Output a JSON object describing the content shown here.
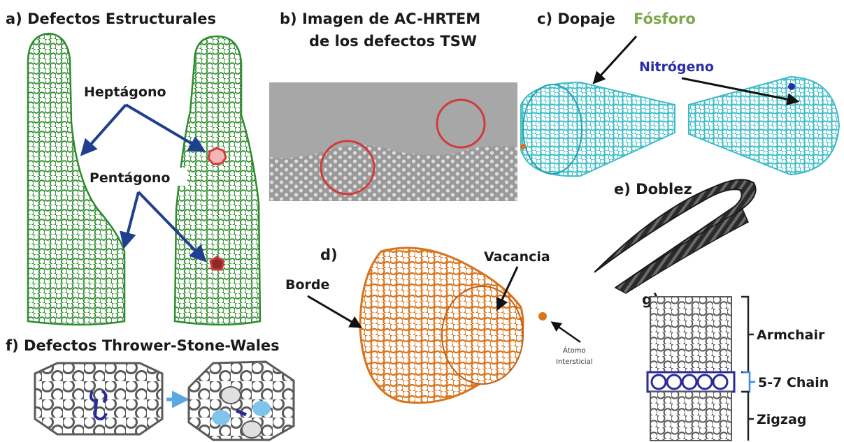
{
  "panels": {
    "a": {
      "title": "a) Defectos Estructurales",
      "heptagon_label": "Heptágono",
      "pentagon_label": "Pentágono"
    },
    "b": {
      "title_line1": "b)  Imagen de AC-HRTEM",
      "title_line2": "de los defectos TSW"
    },
    "c": {
      "title": "c) Dopaje",
      "phosphorus_label": "Fósforo",
      "nitrogen_label": "Nitrógeno"
    },
    "d": {
      "title": "d)",
      "edge_label": "Borde",
      "vacancy_label": "Vacancia",
      "interstitial_line1": "Átomo",
      "interstitial_line2": "Intersticial"
    },
    "e": {
      "title": "e) Doblez"
    },
    "f": {
      "title": "f) Defectos Thrower-Stone-Wales"
    },
    "g": {
      "title": "g)",
      "armchair_label": "Armchair",
      "chain_label": "5-7 Chain",
      "zigzag_label": "Zigzag"
    }
  },
  "colors": {
    "tube_green": "#2e8b2e",
    "arrow_blue": "#1f3f8f",
    "defect_red": "#d23a3a",
    "tube_cyan": "#3cbcc8",
    "phosphorus_green": "#7aa84a",
    "nitrogen_blue": "#2b2ba8",
    "cone_orange": "#d9731c",
    "lattice_gray": "#5a5a5a",
    "chain_blue": "#2a2a9a",
    "highlight_blue": "#7fc4ec"
  }
}
